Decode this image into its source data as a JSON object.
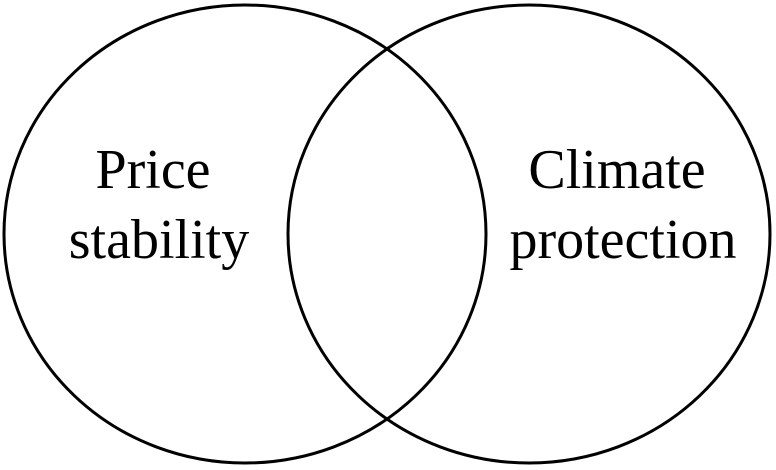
{
  "diagram": {
    "type": "venn",
    "sets": [
      {
        "label_lines": [
          "Price",
          "stability"
        ]
      },
      {
        "label_lines": [
          "Climate",
          "protection"
        ]
      }
    ],
    "stroke_color": "#000000",
    "background": "#ffffff"
  }
}
